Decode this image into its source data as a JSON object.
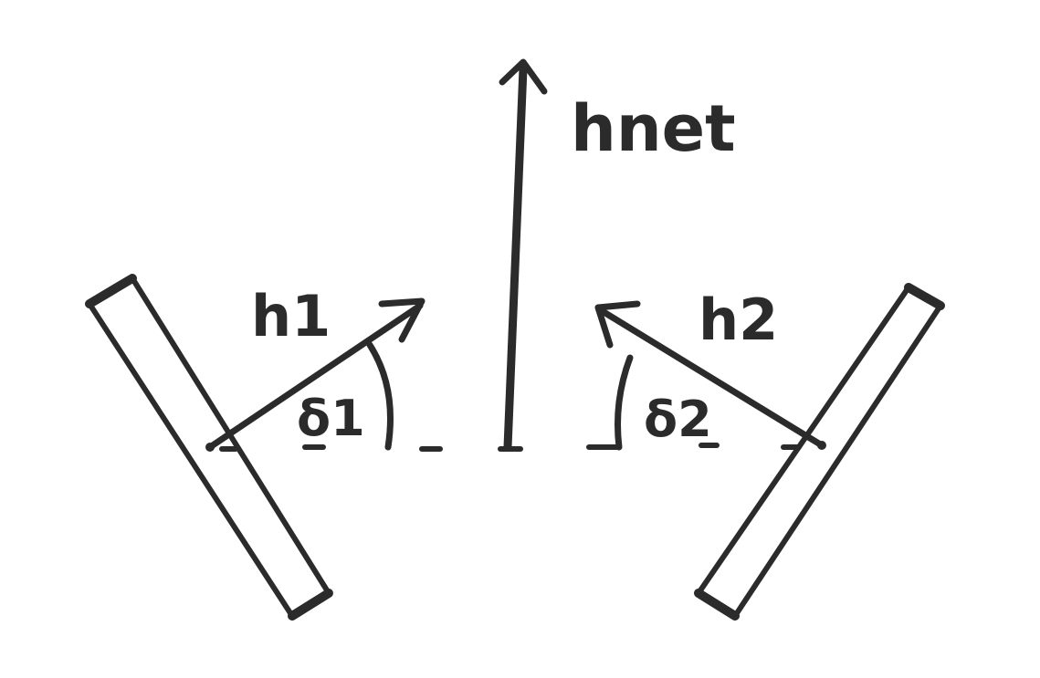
{
  "labels": {
    "h_net": "hnet",
    "h1": "h1",
    "h2": "h2",
    "delta1": "δ1",
    "delta2": "δ2"
  },
  "colors": {
    "ink": "#2b2b2b",
    "background": "#ffffff"
  }
}
